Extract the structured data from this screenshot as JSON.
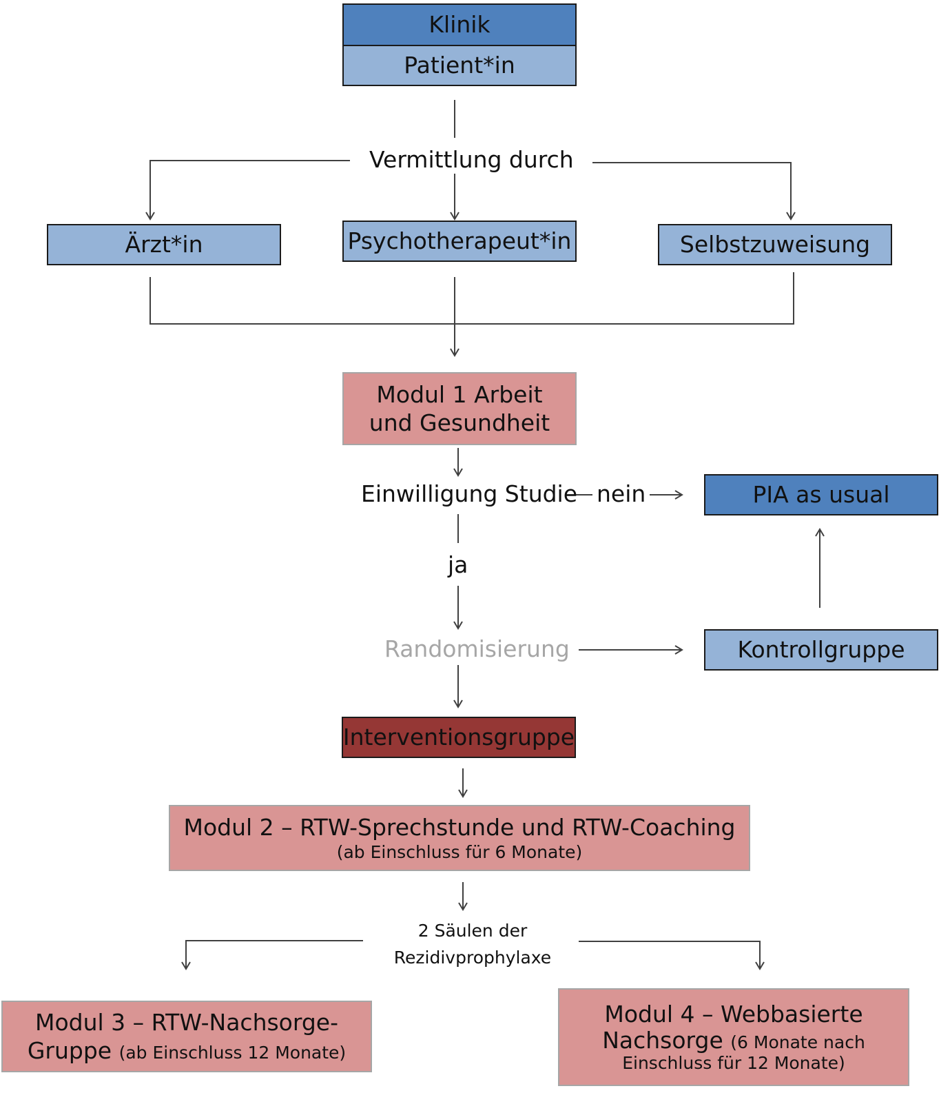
{
  "boxes": {
    "klinik": "Klinik",
    "patient": "Patient*in",
    "arzt": "Ärzt*in",
    "psychotherapeut": "Psychotherapeut*in",
    "selbstzuweisung": "Selbstzuweisung",
    "modul1": "Modul 1 Arbeit und Gesundheit",
    "pia": "PIA as usual",
    "kontrollgruppe": "Kontrollgruppe",
    "interventionsgruppe": "Interventionsgruppe",
    "modul2_title": "Modul 2 – RTW-Sprechstunde und RTW-Coaching",
    "modul2_note": "(ab Einschluss für 6 Monate)",
    "modul3_title_a": "Modul 3 – RTW-Nachsorge-",
    "modul3_title_b": "Gruppe",
    "modul3_note": "(ab Einschluss 12 Monate)",
    "modul4_title_a": "Modul 4 – Webbasierte",
    "modul4_title_b": "Nachsorge",
    "modul4_note_a": "(6 Monate nach",
    "modul4_note_b": "Einschluss für 12 Monate)"
  },
  "labels": {
    "vermittlung": "Vermittlung durch",
    "einwilligung": "Einwilligung Studie",
    "nein": "nein",
    "ja": "ja",
    "randomisierung": "Randomisierung",
    "saeulen_a": "2 Säulen der",
    "saeulen_b": "Rezidivprophylaxe"
  }
}
